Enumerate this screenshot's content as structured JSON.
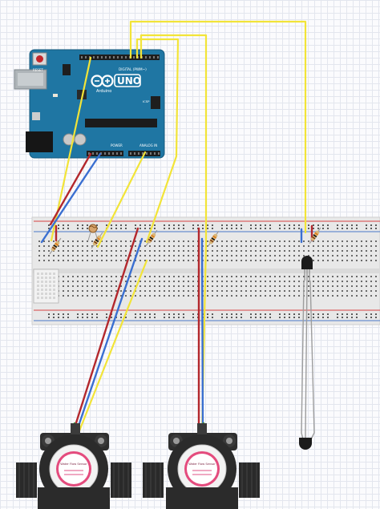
{
  "arduino": {
    "logo_text": "UNO",
    "brand": "Arduino",
    "header_label": "DIGITAL (PWM~)",
    "power_label": "POWER",
    "analog_label": "ANALOG IN",
    "reset_label": "RESET",
    "icsp_label": "ICSP"
  },
  "flow_sensor_1": {
    "label": "Water Flow Sensor"
  },
  "flow_sensor_2": {
    "label": "Water Flow Sensor"
  },
  "colors": {
    "board": "#1f76a3",
    "wire_yellow": "#f2e438",
    "wire_red": "#b3282d",
    "wire_blue": "#3a6fd1",
    "wire_green": "#3f9a3a",
    "breadboard": "#e9e9e9",
    "rail_red": "#d64242",
    "rail_blue": "#4a78c9"
  }
}
